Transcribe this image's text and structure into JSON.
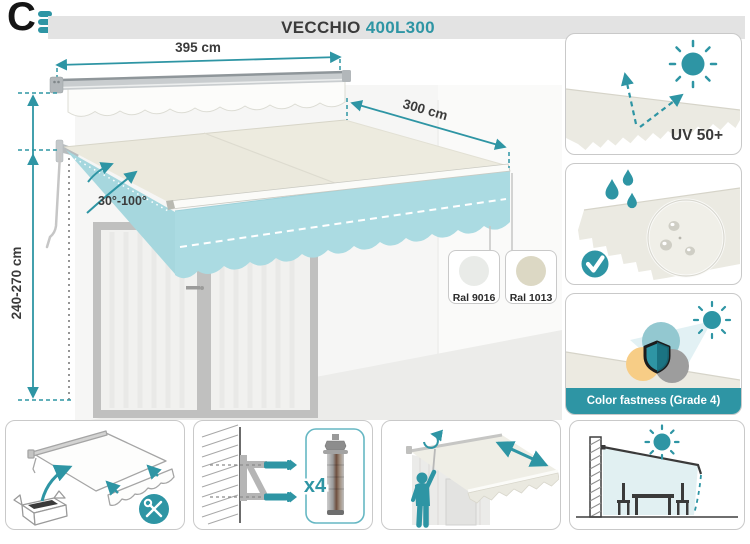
{
  "header": {
    "logo": {
      "letter": "C",
      "icon": "three-bars-icon"
    },
    "title": {
      "brand": "VECCHIO",
      "model": "400L300"
    }
  },
  "diagram": {
    "width_label": "395 cm",
    "projection_label": "300 cm",
    "angle_label": "30°-100°",
    "height_label": "240-270 cm",
    "swatches": [
      {
        "label": "Ral 9016",
        "color": "#e9ebe8"
      },
      {
        "label": "Ral 1013",
        "color": "#dcd8c4"
      }
    ]
  },
  "features": {
    "uv": {
      "label": "UV 50+",
      "icon": "sun-icon"
    },
    "water": {
      "icon": "water-drops-icon",
      "badge_icon": "checkmark-icon"
    },
    "color_fastness": {
      "label": "Color fastness (Grade 4)",
      "icon": "shield-icon"
    }
  },
  "install": {
    "anchors_label": "x4",
    "tools_icon": "tools-icon"
  },
  "colors": {
    "accent": "#2e95a4",
    "valance": "#abdbe2",
    "fabric": "#edebdf",
    "header_bar": "#e3e3e3",
    "panel_border": "#c9c9c9",
    "text_dark": "#3b3b3b"
  }
}
